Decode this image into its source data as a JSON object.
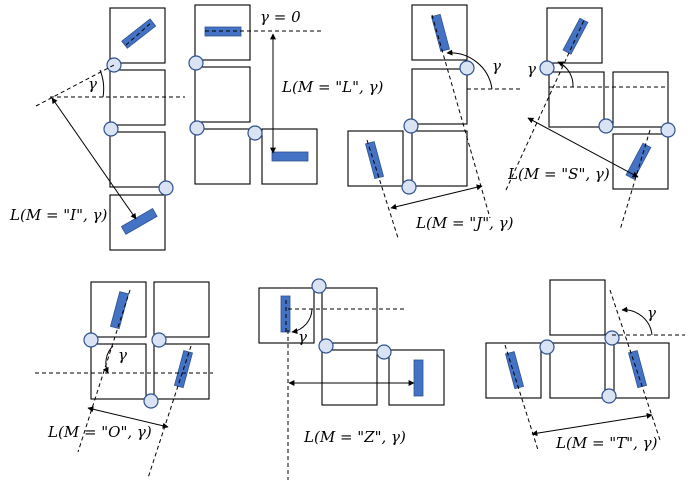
{
  "labels": {
    "gamma_zero": "γ = 0",
    "gamma": "γ",
    "L_I": "L(M = \"I\", γ)",
    "L_L": "L(M = \"L\", γ)",
    "L_J": "L(M = \"J\", γ)",
    "L_S": "L(M = \"S\", γ)",
    "L_O": "L(M = \"O\", γ)",
    "L_Z": "L(M = \"Z\", γ)",
    "L_T": "L(M = \"T\", γ)"
  },
  "colors": {
    "block": "#4472c4",
    "node": "#dae3f3",
    "line": "#000000"
  }
}
